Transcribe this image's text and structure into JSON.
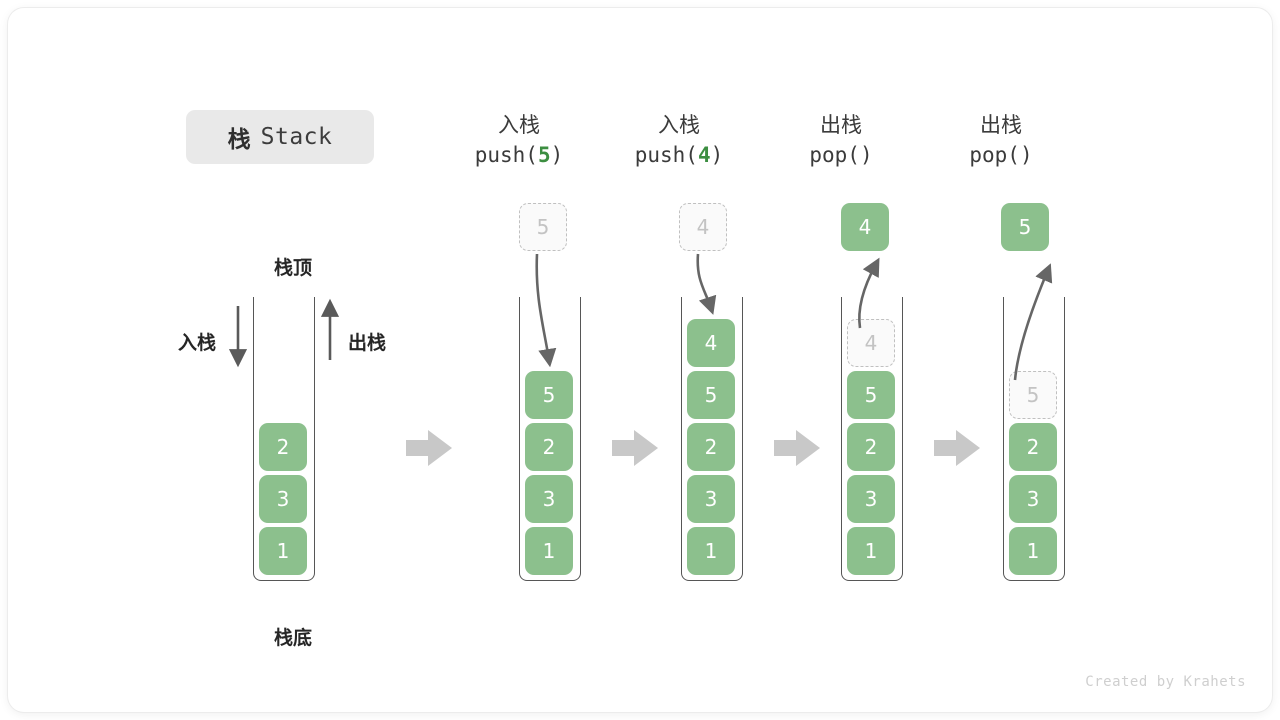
{
  "title": {
    "cn": "栈",
    "en": "Stack"
  },
  "colors": {
    "block_green": "#8cc08d",
    "accent_green": "#3c8e41",
    "ghost_gray": "#c3c3c3",
    "arrow_gray": "#666666",
    "flow_arrow_gray": "#c8c8c8",
    "chip_gray": "#e9e9e9",
    "text_dark": "#262626"
  },
  "left_panel": {
    "top_label": "栈顶",
    "bottom_label": "栈底",
    "push_label": "入栈",
    "pop_label": "出栈",
    "stack_values": [
      "2",
      "3",
      "1"
    ]
  },
  "steps": [
    {
      "id": "push-5",
      "head_cn": "入栈",
      "head_code_prefix": "push(",
      "head_code_arg": "5",
      "head_code_suffix": ")",
      "operand": "5",
      "operand_style": "ghost",
      "operand_position": "above",
      "arrow_direction": "down",
      "stack_values": [
        "5",
        "2",
        "3",
        "1"
      ],
      "ghost_top": null
    },
    {
      "id": "push-4",
      "head_cn": "入栈",
      "head_code_prefix": "push(",
      "head_code_arg": "4",
      "head_code_suffix": ")",
      "operand": "4",
      "operand_style": "ghost",
      "operand_position": "above",
      "arrow_direction": "down",
      "stack_values": [
        "4",
        "5",
        "2",
        "3",
        "1"
      ],
      "ghost_top": null
    },
    {
      "id": "pop-1",
      "head_cn": "出栈",
      "head_code_prefix": "pop(",
      "head_code_arg": "",
      "head_code_suffix": ")",
      "operand": "4",
      "operand_style": "solid",
      "operand_position": "above",
      "arrow_direction": "up",
      "stack_values": [
        "5",
        "2",
        "3",
        "1"
      ],
      "ghost_top": "4"
    },
    {
      "id": "pop-2",
      "head_cn": "出栈",
      "head_code_prefix": "pop(",
      "head_code_arg": "",
      "head_code_suffix": ")",
      "operand": "5",
      "operand_style": "solid",
      "operand_position": "above",
      "arrow_direction": "up",
      "stack_values": [
        "2",
        "3",
        "1"
      ],
      "ghost_top": "5"
    }
  ],
  "footer": "Created by Krahets"
}
